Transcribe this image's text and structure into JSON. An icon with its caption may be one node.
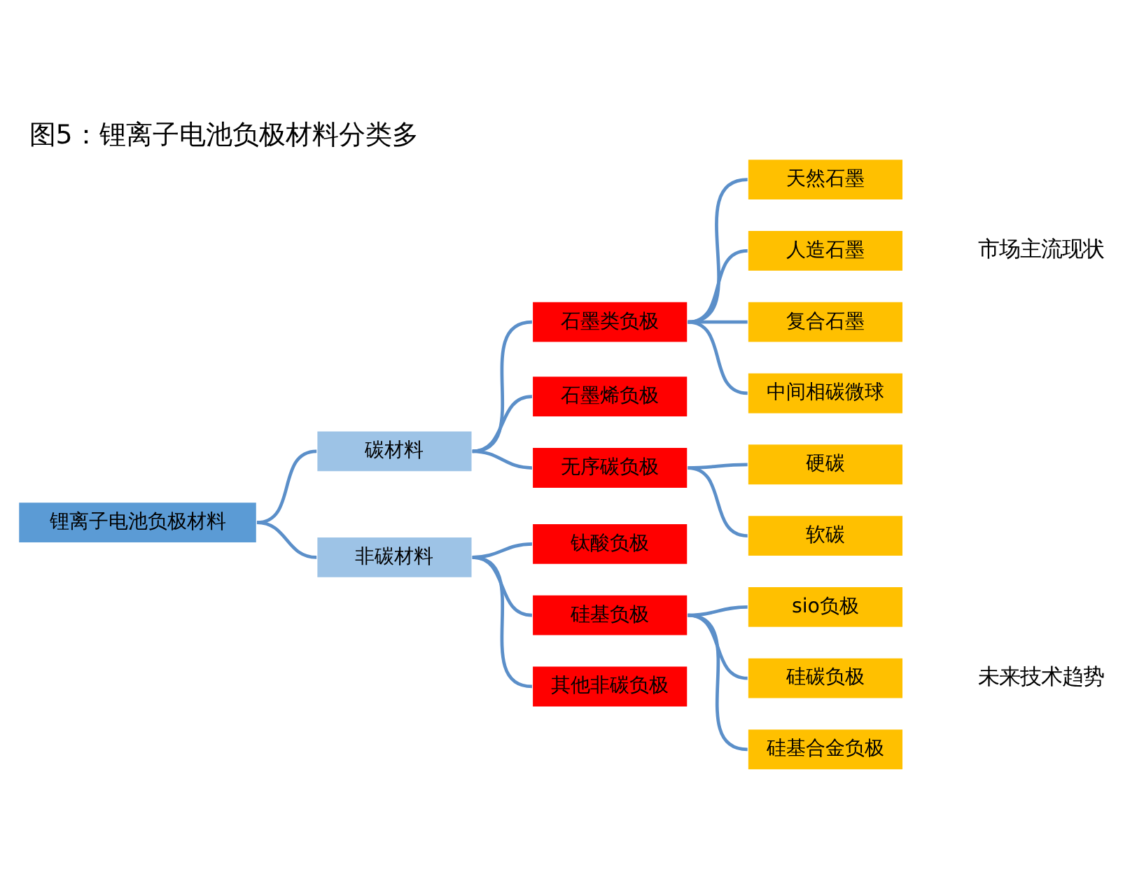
{
  "diagram": {
    "title": "图5：锂离子电池负极材料分类多",
    "nodes": [
      {
        "text": [
          "锂离子电池负极材料"
        ]
      },
      {
        "text": [
          "碳材料"
        ]
      },
      {
        "text": [
          "非碳材料"
        ]
      },
      {
        "text": [
          "石墨类负极"
        ]
      },
      {
        "text": [
          "石墨烯负极"
        ]
      },
      {
        "text": [
          "无序碳负极"
        ]
      },
      {
        "text": [
          "钛酸负极"
        ]
      },
      {
        "text": [
          "硅基负极"
        ]
      },
      {
        "text": [
          "其他非碳负极"
        ]
      },
      {
        "text": [
          "天然石墨"
        ]
      },
      {
        "text": [
          "人造石墨"
        ]
      },
      {
        "text": [
          "复合石墨"
        ]
      },
      {
        "text": [
          "中间相碳微球"
        ]
      },
      {
        "text": [
          "硬碳"
        ]
      },
      {
        "text": [
          "软碳"
        ]
      },
      {
        "text": [
          "sio负极"
        ]
      },
      {
        "text": [
          "硅碳负极"
        ]
      },
      {
        "text": [
          "硅基合金负极"
        ]
      }
    ],
    "edges": [
      {
        "from": 0,
        "to": 1,
        "arrow": "none"
      },
      {
        "from": 0,
        "to": 2,
        "arrow": "none"
      },
      {
        "from": 1,
        "to": 3,
        "arrow": "none"
      },
      {
        "from": 1,
        "to": 4,
        "arrow": "none"
      },
      {
        "from": 1,
        "to": 5,
        "arrow": "none"
      },
      {
        "from": 2,
        "to": 6,
        "arrow": "none"
      },
      {
        "from": 2,
        "to": 7,
        "arrow": "none"
      },
      {
        "from": 2,
        "to": 8,
        "arrow": "none"
      },
      {
        "from": 3,
        "to": 9,
        "arrow": "none"
      },
      {
        "from": 3,
        "to": 10,
        "arrow": "none"
      },
      {
        "from": 3,
        "to": 11,
        "arrow": "none"
      },
      {
        "from": 3,
        "to": 12,
        "arrow": "none"
      },
      {
        "from": 5,
        "to": 13,
        "arrow": "none"
      },
      {
        "from": 5,
        "to": 14,
        "arrow": "none"
      },
      {
        "from": 7,
        "to": 15,
        "arrow": "none"
      },
      {
        "from": 7,
        "to": 16,
        "arrow": "none"
      },
      {
        "from": 7,
        "to": 17,
        "arrow": "none"
      }
    ],
    "labels": [
      "市场主流现状",
      "未来技术趋势"
    ]
  }
}
